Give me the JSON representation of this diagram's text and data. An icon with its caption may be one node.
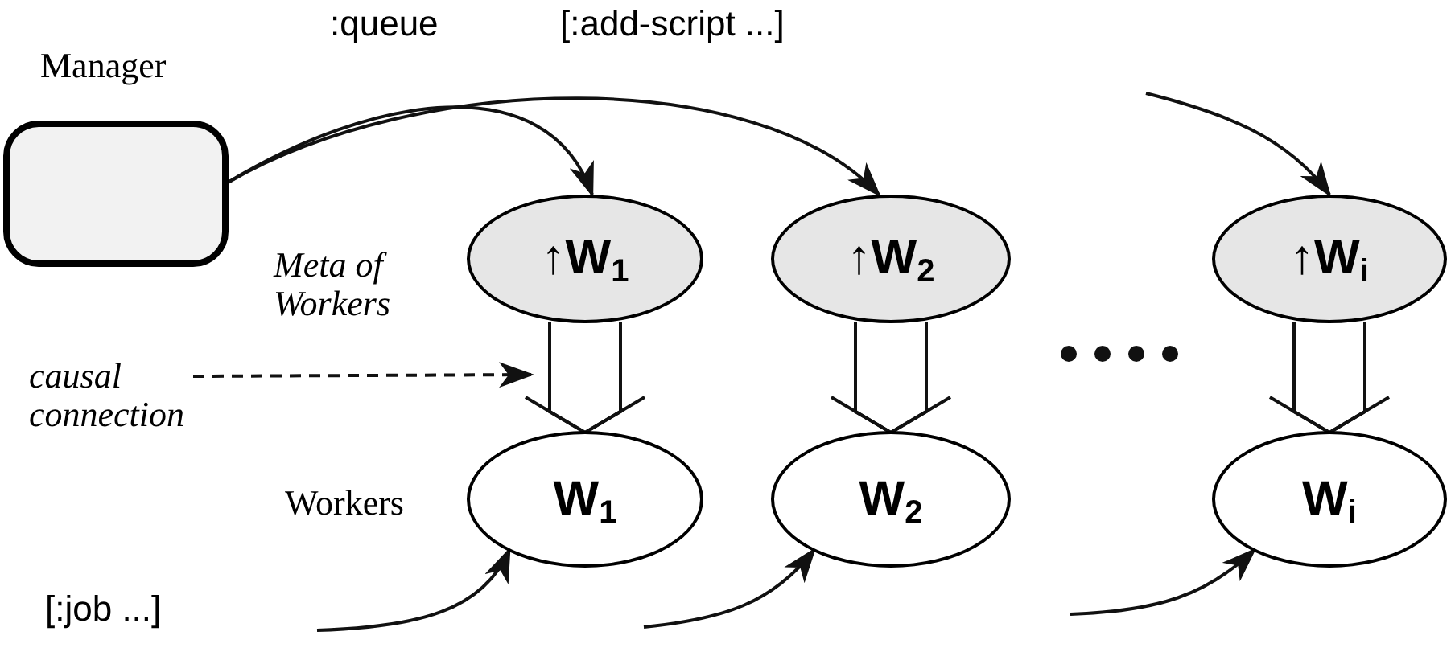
{
  "diagram": {
    "nodes": [
      {
        "text": [
          "Manager"
        ]
      },
      {
        "text": [
          "↑W$_{1}$"
        ]
      },
      {
        "text": [
          "↑W$_{2}$"
        ]
      },
      {
        "text": [
          "↑W$_{i}$"
        ]
      },
      {
        "text": [
          "W$_{1}$"
        ],
        "beside": [
          "Workers"
        ]
      },
      {
        "text": [
          "W$_{2}$"
        ]
      },
      {
        "text": [
          "W$_{i}$"
        ]
      },
      {
        "text": [
          "causal connection"
        ]
      }
    ],
    "edges": [
      {
        "from": 0,
        "to": 1,
        "arrow": "to"
      },
      {
        "from": 0,
        "to": 2,
        "arrow": "to"
      },
      {
        "from": null,
        "to": 3,
        "arrow": "to"
      },
      {
        "from": 1,
        "to": 4,
        "arrow": "to"
      },
      {
        "from": 2,
        "to": 5,
        "arrow": "to"
      },
      {
        "from": 3,
        "to": 6,
        "arrow": "to"
      },
      {
        "from": 7,
        "to": null,
        "arrow": "to",
        "style": "dashed"
      },
      {
        "from": null,
        "to": 4,
        "arrow": "to"
      },
      {
        "from": null,
        "to": 5,
        "arrow": "to"
      },
      {
        "from": null,
        "to": 6,
        "arrow": "to"
      }
    ],
    "labels": [
      ":queue",
      "[:add-script ...]",
      "Meta of Workers",
      "[:job ...]"
    ]
  }
}
